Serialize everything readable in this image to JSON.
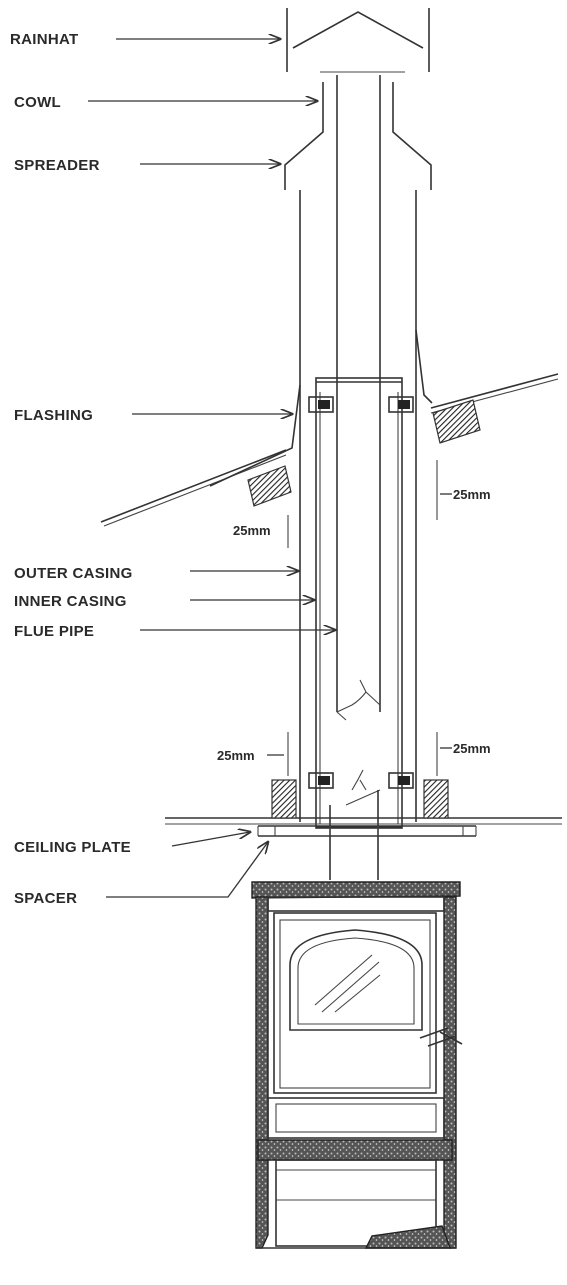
{
  "labels": {
    "rainhat": "RAINHAT",
    "cowl": "COWL",
    "spreader": "SPREADER",
    "flashing": "FLASHING",
    "outer_casing": "OUTER CASING",
    "inner_casing": "INNER CASING",
    "flue_pipe": "FLUE PIPE",
    "ceiling_plate": "CEILING PLATE",
    "spacer": "SPACER"
  },
  "dimensions": {
    "roof_right": "25mm",
    "roof_left": "25mm",
    "ceiling_left": "25mm",
    "ceiling_right": "25mm"
  }
}
